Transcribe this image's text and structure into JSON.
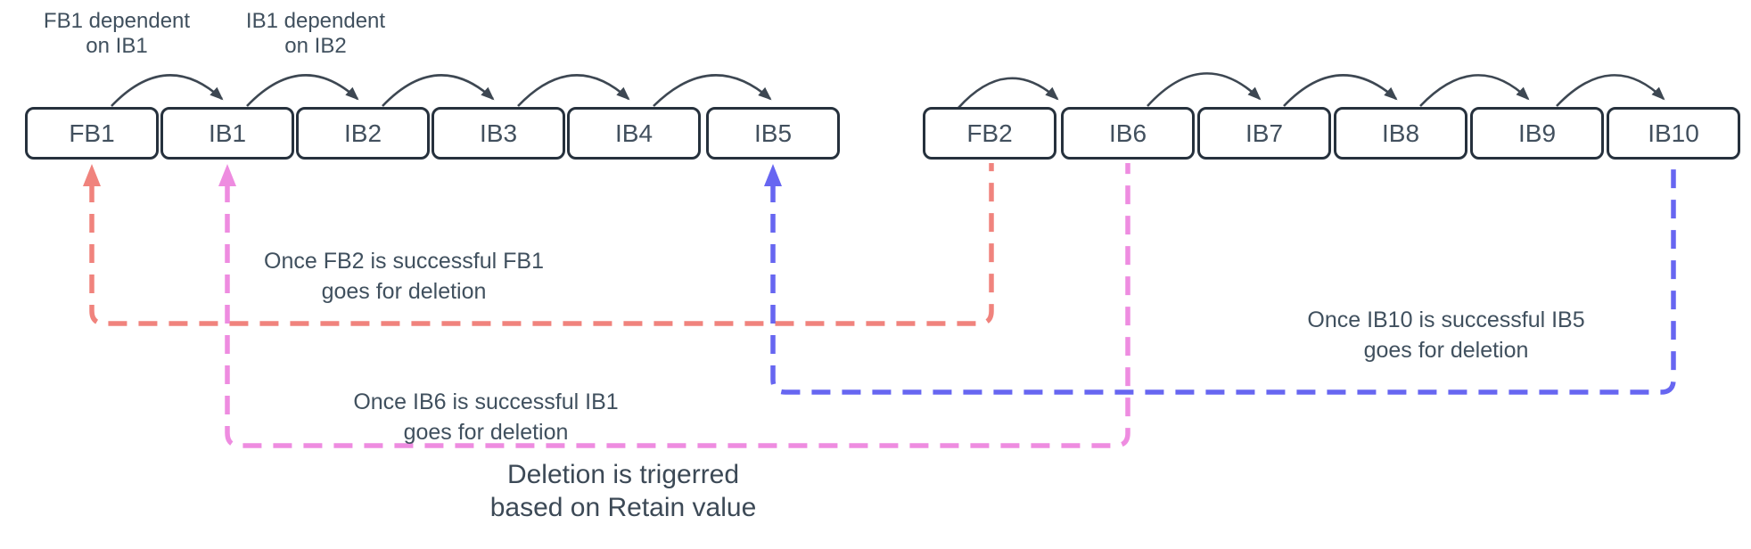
{
  "diagram": {
    "caption": "Deletion is trigerred\nbased on Retain value",
    "colors": {
      "node_border": "#26313d",
      "text": "#42505e",
      "arc": "#3d4752",
      "salmon": "#f0837d",
      "pink": "#ee8ce0",
      "blue": "#6766f1"
    },
    "nodes": [
      {
        "id": "FB1",
        "label": "FB1"
      },
      {
        "id": "IB1",
        "label": "IB1"
      },
      {
        "id": "IB2",
        "label": "IB2"
      },
      {
        "id": "IB3",
        "label": "IB3"
      },
      {
        "id": "IB4",
        "label": "IB4"
      },
      {
        "id": "IB5",
        "label": "IB5"
      },
      {
        "id": "FB2",
        "label": "FB2"
      },
      {
        "id": "IB6",
        "label": "IB6"
      },
      {
        "id": "IB7",
        "label": "IB7"
      },
      {
        "id": "IB8",
        "label": "IB8"
      },
      {
        "id": "IB9",
        "label": "IB9"
      },
      {
        "id": "IB10",
        "label": "IB10"
      }
    ],
    "dependency_labels": [
      {
        "text": "FB1 dependent\non IB1"
      },
      {
        "text": "IB1 dependent\non IB2"
      }
    ],
    "dependency_arrows": [
      {
        "from": "FB1",
        "to": "IB1"
      },
      {
        "from": "IB1",
        "to": "IB2"
      },
      {
        "from": "IB2",
        "to": "IB3"
      },
      {
        "from": "IB3",
        "to": "IB4"
      },
      {
        "from": "IB4",
        "to": "IB5"
      },
      {
        "from": "FB2",
        "to": "IB6"
      },
      {
        "from": "IB6",
        "to": "IB7"
      },
      {
        "from": "IB7",
        "to": "IB8"
      },
      {
        "from": "IB8",
        "to": "IB9"
      },
      {
        "from": "IB9",
        "to": "IB10"
      }
    ],
    "deletion_rules": [
      {
        "trigger": "FB2",
        "deletes": "FB1",
        "color_key": "salmon",
        "label": "Once FB2 is successful FB1\ngoes for deletion"
      },
      {
        "trigger": "IB6",
        "deletes": "IB1",
        "color_key": "pink",
        "label": "Once IB6 is successful IB1\ngoes for deletion"
      },
      {
        "trigger": "IB10",
        "deletes": "IB5",
        "color_key": "blue",
        "label": "Once IB10 is successful IB5\ngoes for deletion"
      }
    ]
  }
}
